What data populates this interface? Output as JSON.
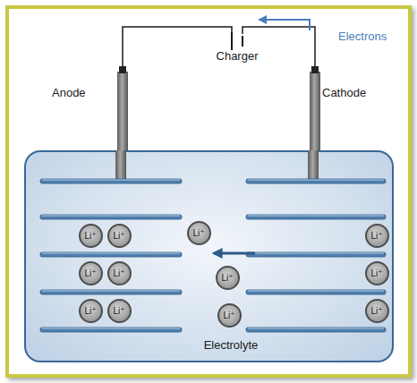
{
  "diagram": {
    "nodes": [
      {
        "text": [
          "Electrolyte"
        ]
      },
      {
        "text": [
          "Li⁺"
        ],
        "in": 0
      },
      {
        "text": [
          "Li⁺"
        ],
        "in": 0
      },
      {
        "text": [
          "Li⁺"
        ],
        "in": 0
      },
      {
        "text": [
          "Li⁺"
        ],
        "in": 0
      },
      {
        "text": [
          "Li⁺"
        ],
        "in": 0
      },
      {
        "text": [
          "Li⁺"
        ],
        "in": 0
      },
      {
        "text": [
          "Li⁺"
        ],
        "in": 0
      },
      {
        "text": [
          "Li⁺"
        ],
        "in": 0
      },
      {
        "text": [
          "Li⁺"
        ],
        "in": 0
      },
      {
        "text": [
          "Li⁺"
        ],
        "in": 0
      },
      {
        "text": [
          "Li⁺"
        ],
        "in": 0
      },
      {
        "text": [
          "Li⁺"
        ],
        "in": 0
      }
    ],
    "labels": [
      "Charger",
      "Electrons",
      "Anode",
      "Cathode"
    ]
  }
}
